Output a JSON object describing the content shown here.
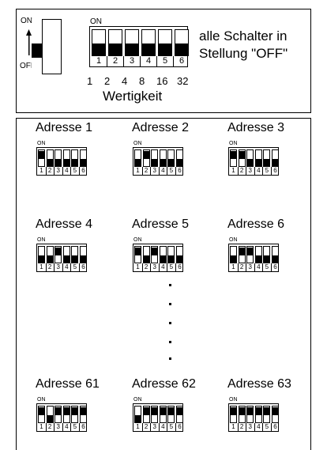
{
  "legend": {
    "on_label": "ON",
    "off_label": "OFF",
    "switch_on_label": "ON",
    "switch_numbers": [
      "1",
      "2",
      "3",
      "4",
      "5",
      "6"
    ],
    "weights": [
      "1",
      "2",
      "4",
      "8",
      "16",
      "32"
    ],
    "weights_title": "Wertigkeit",
    "note_line1": "alle Schalter in",
    "note_line2": "Stellung \"OFF\""
  },
  "addresses": [
    {
      "title": "Adresse 1",
      "states": [
        "on",
        "off",
        "off",
        "off",
        "off",
        "off"
      ]
    },
    {
      "title": "Adresse 2",
      "states": [
        "off",
        "on",
        "off",
        "off",
        "off",
        "off"
      ]
    },
    {
      "title": "Adresse 3",
      "states": [
        "on",
        "on",
        "off",
        "off",
        "off",
        "off"
      ]
    },
    {
      "title": "Adresse 4",
      "states": [
        "off",
        "off",
        "on",
        "off",
        "off",
        "off"
      ]
    },
    {
      "title": "Adresse 5",
      "states": [
        "on",
        "off",
        "on",
        "off",
        "off",
        "off"
      ]
    },
    {
      "title": "Adresse 6",
      "states": [
        "off",
        "on",
        "on",
        "off",
        "off",
        "off"
      ]
    },
    {
      "title": "Adresse 61",
      "states": [
        "on",
        "off",
        "on",
        "on",
        "on",
        "on"
      ]
    },
    {
      "title": "Adresse 62",
      "states": [
        "off",
        "on",
        "on",
        "on",
        "on",
        "on"
      ]
    },
    {
      "title": "Adresse 63",
      "states": [
        "on",
        "on",
        "on",
        "on",
        "on",
        "on"
      ]
    }
  ],
  "switch_on_label": "ON",
  "switch_numbers": [
    "1",
    "2",
    "3",
    "4",
    "5",
    "6"
  ]
}
